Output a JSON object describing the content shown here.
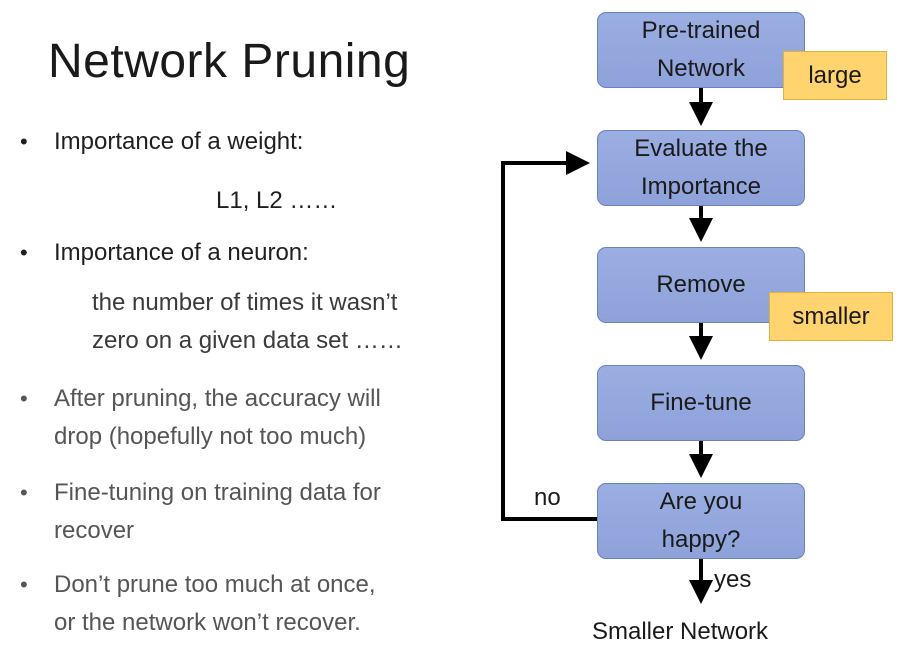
{
  "title": "Network Pruning",
  "bullets": [
    {
      "text": "Importance of a weight:"
    },
    {
      "text": "Importance of a neuron:"
    },
    {
      "text": "After pruning, the accuracy will"
    },
    {
      "text": "drop (hopefully not too much)"
    },
    {
      "text": "Fine-tuning on training data for"
    },
    {
      "text": "recover"
    },
    {
      "text": "Don’t prune too much at once,"
    },
    {
      "text": "or the network won’t recover."
    }
  ],
  "bullet_symbol": "•",
  "weight_detail": "L1, L2 ……",
  "neuron_detail_1": "the number of times it wasn’t",
  "neuron_detail_2": "zero on a given data set ……",
  "flow": {
    "pretrained": "Pre-trained\nNetwork",
    "evaluate": "Evaluate the\nImportance",
    "remove": "Remove",
    "finetune": "Fine-tune",
    "happy": "Are you\nhappy?",
    "output": "Smaller Network",
    "tag_large": "large",
    "tag_smaller": "smaller",
    "label_no": "no",
    "label_yes": "yes"
  },
  "colors": {
    "box": "#8ea2da",
    "tag": "#ffd36e",
    "arrow": "#000000"
  }
}
